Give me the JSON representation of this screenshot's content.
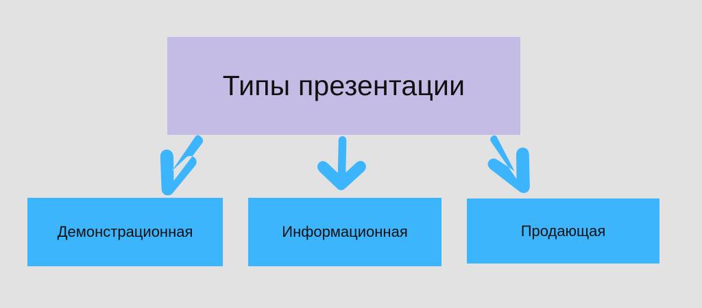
{
  "diagram": {
    "title_text": "Типы презентации",
    "background_color": "#e2e2e2",
    "root": {
      "label": "Типы презентации",
      "fill_color": "#c5bce6",
      "text_color": "#111111"
    },
    "leaves": [
      {
        "label": "Демонстрационная",
        "fill_color": "#3db5fc",
        "text_color": "#111111"
      },
      {
        "label": "Информационная",
        "fill_color": "#3db5fc",
        "text_color": "#111111"
      },
      {
        "label": "Продающая",
        "fill_color": "#3db5fc",
        "text_color": "#111111"
      }
    ],
    "arrows": [
      {
        "name": "arrow-left",
        "direction": "down-left",
        "color": "#3db5fc"
      },
      {
        "name": "arrow-center",
        "direction": "down",
        "color": "#3db5fc"
      },
      {
        "name": "arrow-right",
        "direction": "down-right",
        "color": "#3db5fc"
      }
    ]
  }
}
